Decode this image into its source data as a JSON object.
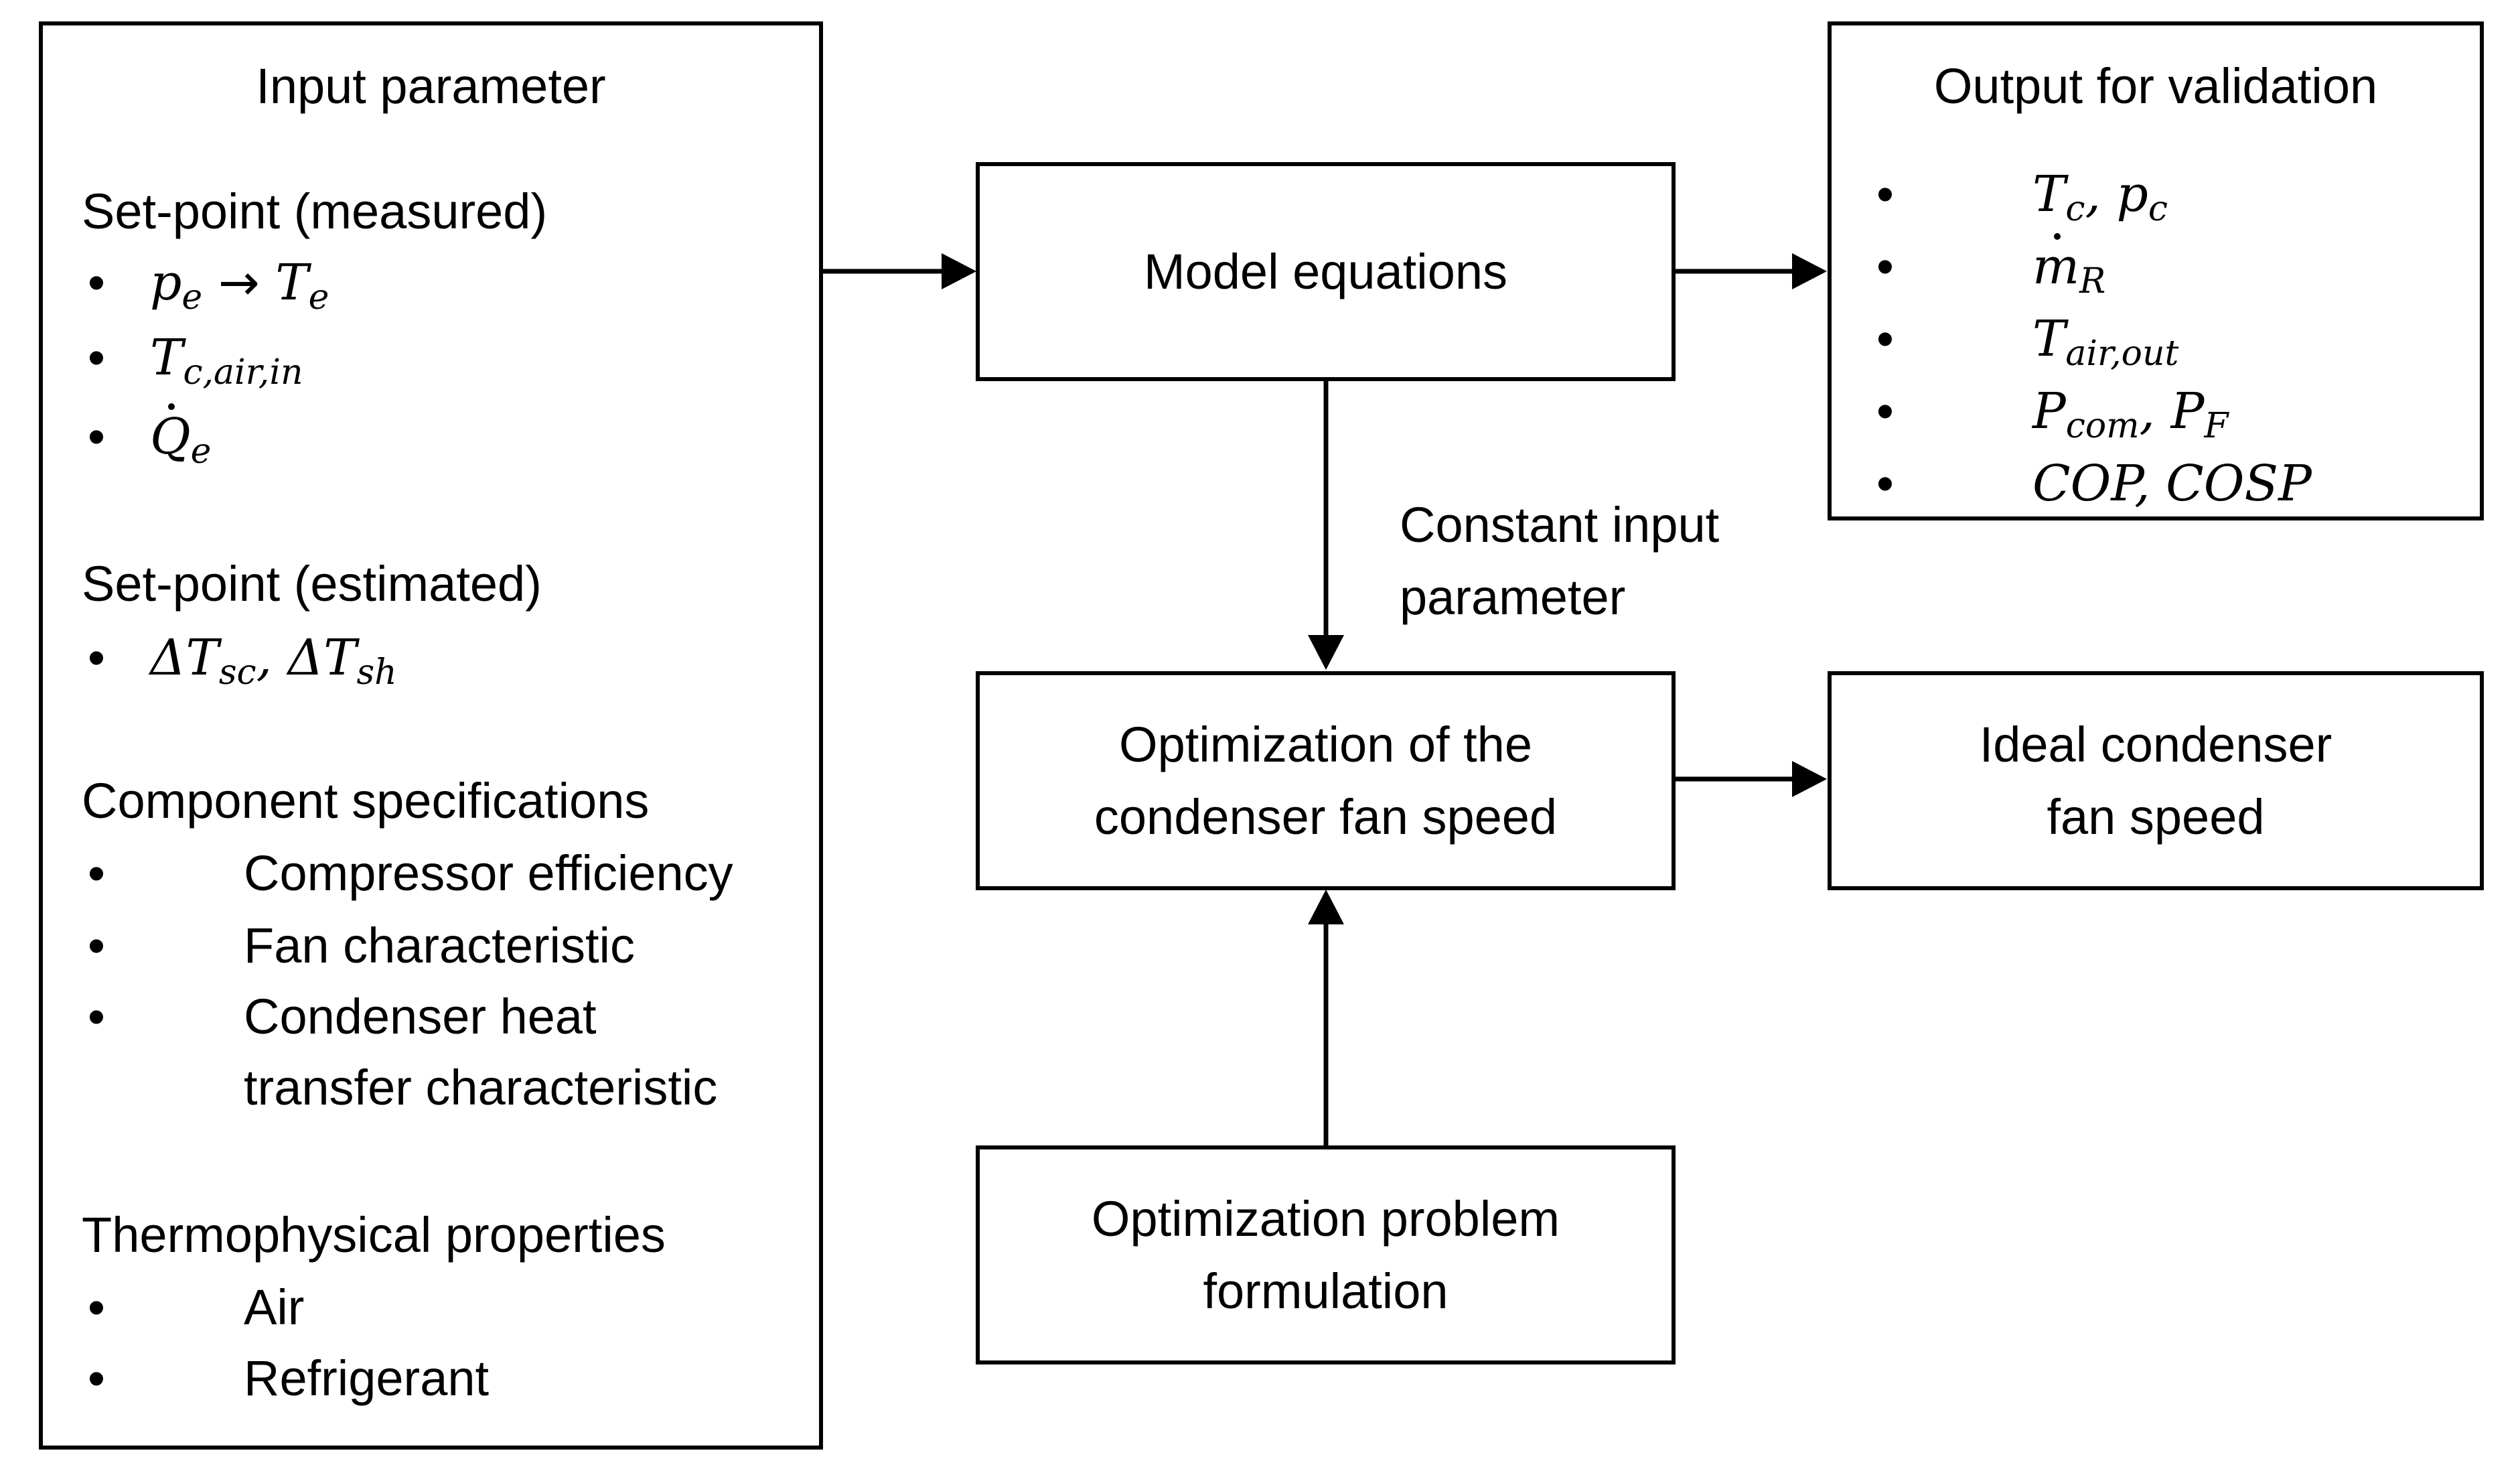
{
  "input_box": {
    "title": "Input parameter",
    "setpoint_measured": {
      "heading": "Set-point (measured)",
      "items": [
        "p_e → T_e",
        "T_c,air,in",
        "Q̇_e"
      ]
    },
    "setpoint_estimated": {
      "heading": "Set-point (estimated)",
      "items": [
        "ΔT_sc, ΔT_sh"
      ]
    },
    "component_specs": {
      "heading": "Component specifications",
      "items": [
        "Compressor efficiency",
        "Fan characteristic",
        "Condenser heat",
        "transfer characteristic"
      ]
    },
    "thermophysical": {
      "heading": "Thermophysical properties",
      "items": [
        "Air",
        "Refrigerant"
      ]
    }
  },
  "model_box": {
    "label": "Model equations"
  },
  "optim_fan_box": {
    "line1": "Optimization of the",
    "line2": "condenser fan speed"
  },
  "optim_problem_box": {
    "line1": "Optimization problem",
    "line2": "formulation"
  },
  "ideal_box": {
    "line1": "Ideal condenser",
    "line2": "fan speed"
  },
  "constant_label": {
    "line1": "Constant input",
    "line2": "parameter"
  },
  "output_box": {
    "title": "Output for validation",
    "items": [
      "T_c, p_c",
      "ṁ_R",
      "T_air,out",
      "P_com, P_F",
      "COP, COSP"
    ]
  },
  "bullet_glyph": "•"
}
